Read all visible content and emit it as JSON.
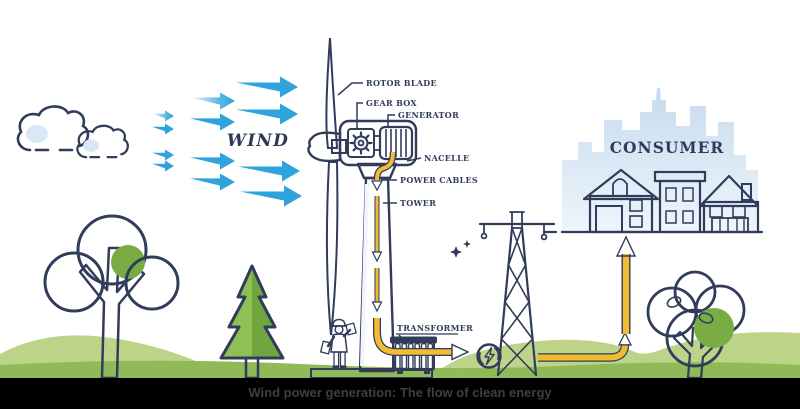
{
  "title": "Wind power generation diagram",
  "wind_label": "WIND",
  "consumer_label": "CONSUMER",
  "turbine_labels": {
    "rotor_blade": "ROTOR BLADE",
    "gear_box": "GEAR BOX",
    "generator": "GENERATOR",
    "nacelle": "NACELLE",
    "power_cables": "POWER CABLES",
    "tower": "TOWER",
    "transformer": "TRANSFORMER"
  },
  "caption": "Wind power generation: The flow of clean energy",
  "icons": {
    "clouds": "cloud-icon",
    "wind_arrows": "wind-arrow-icon",
    "energy_node": "energy-bolt-icon",
    "sparkles": "sparkle-icon",
    "power_flow": "flow-arrow-icon"
  },
  "colors": {
    "outline": "#313c5b",
    "fill_light_blue": "#d9e7f4",
    "arrow_blue": "#2fa4dc",
    "energy_yellow": "#f2bc32",
    "window_yellow": "#f4c32d",
    "hill_light_green": "#bdd488",
    "ground_green": "#8fba57",
    "tree_green": "#a8cf69",
    "tree_dark_green": "#79ad44",
    "trunk_brown": "#b08457",
    "skyline_blue": "#c6dbee",
    "house_blue": "#b9cfe4",
    "caption_bg": "#000000",
    "caption_text": "#3f3f3f"
  }
}
